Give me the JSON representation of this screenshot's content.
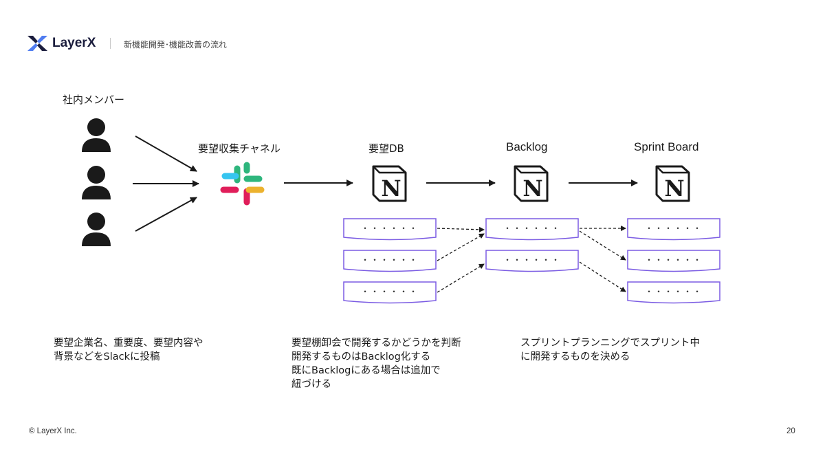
{
  "header": {
    "brand": "LayerX",
    "title": "新機能開発･機能改善の流れ"
  },
  "colors": {
    "accent": "#7b5ce3",
    "brand_dark": "#1b1d3d",
    "brand_blue": "#4f7cf0",
    "slack_blue": "#36c5f0",
    "slack_green": "#2eb67d",
    "slack_yellow": "#ecb22e",
    "slack_red": "#e01e5a"
  },
  "diagram": {
    "members_label": "社内メンバー",
    "channel_label": "要望収集チャネル",
    "stages": [
      {
        "label": "要望DB",
        "icon": "notion-icon",
        "icon_letter": "N"
      },
      {
        "label": "Backlog",
        "icon": "notion-icon",
        "icon_letter": "N"
      },
      {
        "label": "Sprint Board",
        "icon": "notion-icon",
        "icon_letter": "N"
      }
    ],
    "card_text": "・・・・・・"
  },
  "descriptions": [
    {
      "lines": [
        "要望企業名、重要度、要望内容や",
        "背景などをSlackに投稿"
      ]
    },
    {
      "lines": [
        "要望棚卸会で開発するかどうかを判断",
        "開発するものはBacklog化する",
        "既にBacklogにある場合は追加で",
        "紐づける"
      ]
    },
    {
      "lines": [
        "スプリントプランニングでスプリント中",
        "に開発するものを決める"
      ]
    }
  ],
  "footer": {
    "copyright": "© LayerX Inc.",
    "page_number": "20"
  }
}
